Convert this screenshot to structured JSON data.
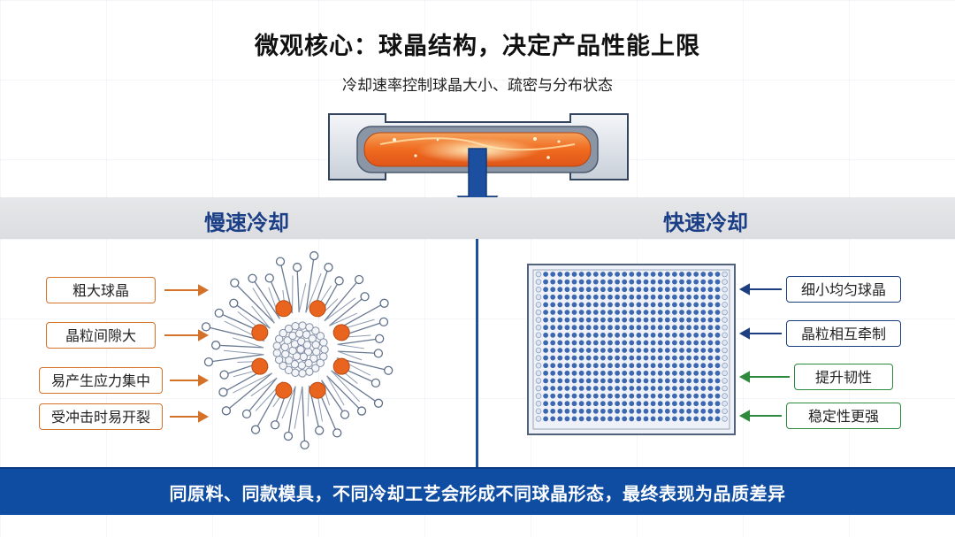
{
  "title": "微观核心：球晶结构，决定产品性能上限",
  "subtitle": "冷却速率控制球晶大小、疏密与分布状态",
  "left": {
    "heading": "慢速冷却",
    "labels": [
      "粗大球晶",
      "晶粒间隙大",
      "易产生应力集中",
      "受冲击时易开裂"
    ]
  },
  "right": {
    "heading": "快速冷却",
    "labels": [
      "细小均匀球晶",
      "晶粒相互牵制",
      "提升韧性",
      "稳定性更强"
    ]
  },
  "footer": "同原料、同款模具，不同冷却工艺会形成不同球晶形态，最终表现为品质差异",
  "colors": {
    "navy": "#1b3f86",
    "orange": "#e8641f",
    "green": "#2e8a3c",
    "footer_bg": "#0f4da2"
  }
}
